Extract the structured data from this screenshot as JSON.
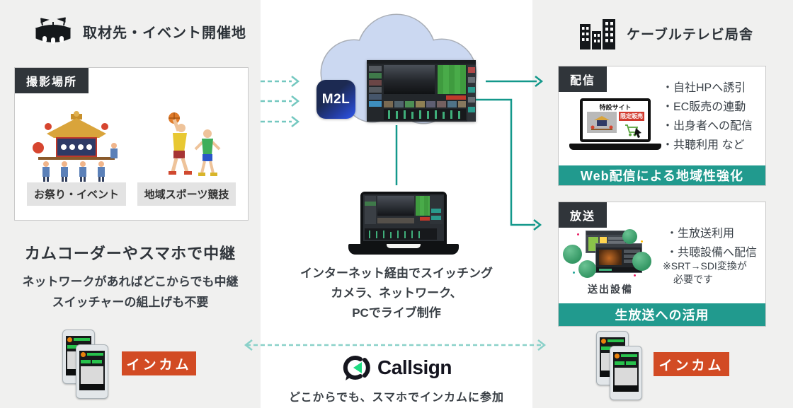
{
  "left": {
    "header": "取材先・イベント開催地",
    "shoot_label": "撮影場所",
    "cards": [
      {
        "caption": "お祭り・イベント"
      },
      {
        "caption": "地域スポーツ競技"
      }
    ],
    "heading": "カムコーダーやスマホで中継",
    "sub1": "ネットワークがあればどこからでも中継",
    "sub2": "スイッチャーの組上げも不要",
    "intercom_label": "インカム"
  },
  "center": {
    "m2l_label": "M2L",
    "caption1": "インターネット経由でスイッチング",
    "caption2": "カメラ、ネットワーク、",
    "caption3": "PCでライブ制作",
    "callsign_label": "Callsign",
    "bottom_caption": "どこからでも、スマホでインカムに参加"
  },
  "right": {
    "header": "ケーブルテレビ局舎",
    "haishin": {
      "label": "配信",
      "site_title": "特設サイト",
      "badge": "限定販売",
      "bullets": [
        "・自社HPへ誘引",
        "・EC販売の連動",
        "・出身者への配信",
        "・共聴利用 など"
      ],
      "banner": "Web配信による地域性強化"
    },
    "housou": {
      "label": "放送",
      "bullets": [
        "・生放送利用",
        "・共聴設備へ配信"
      ],
      "note1": "※SRT→SDI変換が",
      "note2": "必要です",
      "equipment_caption": "送出設備",
      "banner": "生放送への活用"
    },
    "intercom_label": "インカム"
  },
  "colors": {
    "panel_bg": "#f0f0ef",
    "teal_solid": "#13988b",
    "teal_dashed": "#74c8c0",
    "banner_teal": "#219a8e",
    "dark_label": "#30353a",
    "orange_button": "#d24b24",
    "cloud_fill": "#cbd8f1",
    "m2l_blue": "#2a4fd8"
  }
}
